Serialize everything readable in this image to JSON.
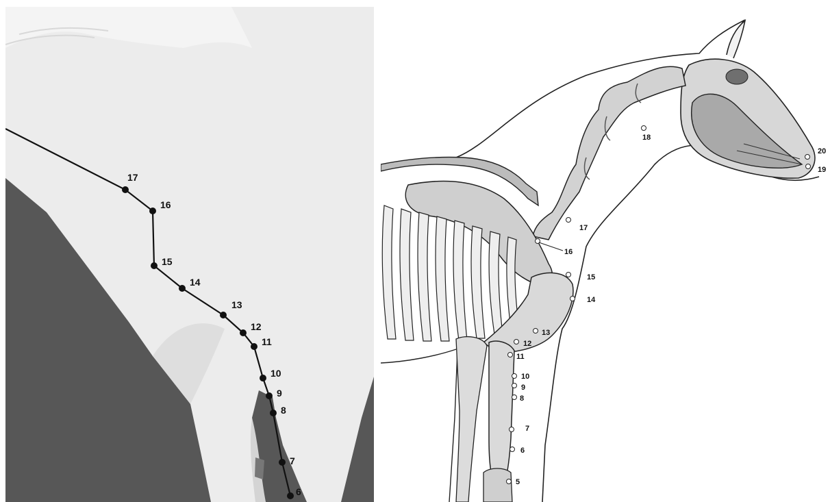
{
  "left_photo": {
    "points": [
      {
        "label": "17"
      },
      {
        "label": "16"
      },
      {
        "label": "15"
      },
      {
        "label": "14"
      },
      {
        "label": "13"
      },
      {
        "label": "12"
      },
      {
        "label": "11"
      },
      {
        "label": "10"
      },
      {
        "label": "9"
      },
      {
        "label": "8"
      },
      {
        "label": "7"
      },
      {
        "label": "6"
      }
    ]
  },
  "right_skeleton": {
    "points": [
      {
        "label": "20"
      },
      {
        "label": "19"
      },
      {
        "label": "18"
      },
      {
        "label": "17"
      },
      {
        "label": "16"
      },
      {
        "label": "15"
      },
      {
        "label": "14"
      },
      {
        "label": "13"
      },
      {
        "label": "12"
      },
      {
        "label": "11"
      },
      {
        "label": "10"
      },
      {
        "label": "9"
      },
      {
        "label": "8"
      },
      {
        "label": "7"
      },
      {
        "label": "6"
      },
      {
        "label": "5"
      }
    ]
  },
  "colors": {
    "photo_background": "#575757",
    "horse_body": "#ececec",
    "marker": "#111111",
    "drawing_ink": "#222222"
  }
}
